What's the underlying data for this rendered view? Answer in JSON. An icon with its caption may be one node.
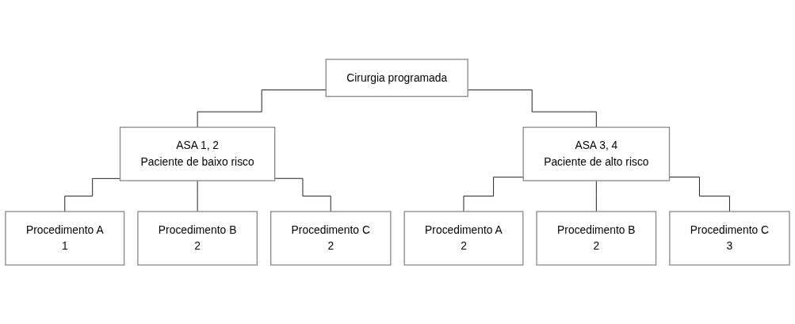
{
  "diagram": {
    "nodes": [
      {
        "text": [
          "Cirurgia programada"
        ]
      },
      {
        "text": [
          "ASA 1, 2",
          "Paciente de baixo risco"
        ]
      },
      {
        "text": [
          "ASA 3, 4",
          "Paciente de alto risco"
        ]
      },
      {
        "text": [
          "Procedimento A",
          "1"
        ]
      },
      {
        "text": [
          "Procedimento B",
          "2"
        ]
      },
      {
        "text": [
          "Procedimento C",
          "2"
        ]
      },
      {
        "text": [
          "Procedimento A",
          "2"
        ]
      },
      {
        "text": [
          "Procedimento B",
          "2"
        ]
      },
      {
        "text": [
          "Procedimento C",
          "3"
        ]
      }
    ],
    "edges": [
      {
        "from": 0,
        "to": 1,
        "arrow": "none"
      },
      {
        "from": 0,
        "to": 2,
        "arrow": "none"
      },
      {
        "from": 1,
        "to": 3,
        "arrow": "none"
      },
      {
        "from": 1,
        "to": 4,
        "arrow": "none"
      },
      {
        "from": 1,
        "to": 5,
        "arrow": "none"
      },
      {
        "from": 2,
        "to": 6,
        "arrow": "none"
      },
      {
        "from": 2,
        "to": 7,
        "arrow": "none"
      },
      {
        "from": 2,
        "to": 8,
        "arrow": "none"
      }
    ]
  }
}
